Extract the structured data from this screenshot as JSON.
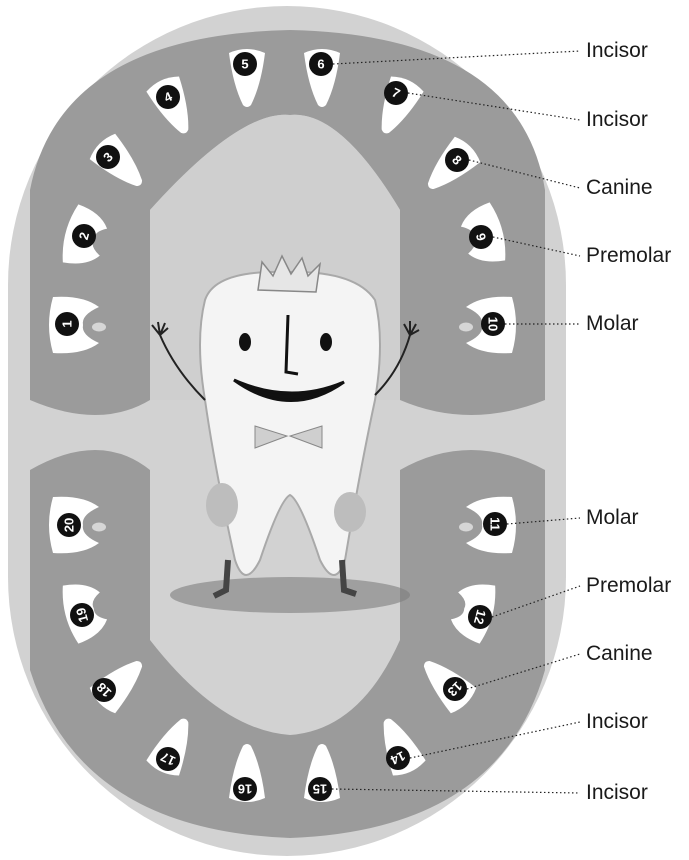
{
  "teeth": [
    {
      "number": "1"
    },
    {
      "number": "2"
    },
    {
      "number": "3"
    },
    {
      "number": "4"
    },
    {
      "number": "5"
    },
    {
      "number": "6"
    },
    {
      "number": "7"
    },
    {
      "number": "8"
    },
    {
      "number": "9"
    },
    {
      "number": "10"
    },
    {
      "number": "11"
    },
    {
      "number": "12"
    },
    {
      "number": "13"
    },
    {
      "number": "14"
    },
    {
      "number": "15"
    },
    {
      "number": "16"
    },
    {
      "number": "17"
    },
    {
      "number": "18"
    },
    {
      "number": "19"
    },
    {
      "number": "20"
    }
  ],
  "labels": [
    {
      "text": "Incisor",
      "tooth": "6"
    },
    {
      "text": "Incisor",
      "tooth": "7"
    },
    {
      "text": "Canine",
      "tooth": "8"
    },
    {
      "text": "Premolar",
      "tooth": "9"
    },
    {
      "text": "Molar",
      "tooth": "10"
    },
    {
      "text": "Molar",
      "tooth": "11"
    },
    {
      "text": "Premolar",
      "tooth": "12"
    },
    {
      "text": "Canine",
      "tooth": "13"
    },
    {
      "text": "Incisor",
      "tooth": "14"
    },
    {
      "text": "Incisor",
      "tooth": "15"
    }
  ],
  "colors": {
    "mouth": "#d2d2d2",
    "gum": "#9b9b9b",
    "palate": "#cfcfcf",
    "tooth": "#ffffff",
    "badge": "#111111"
  }
}
